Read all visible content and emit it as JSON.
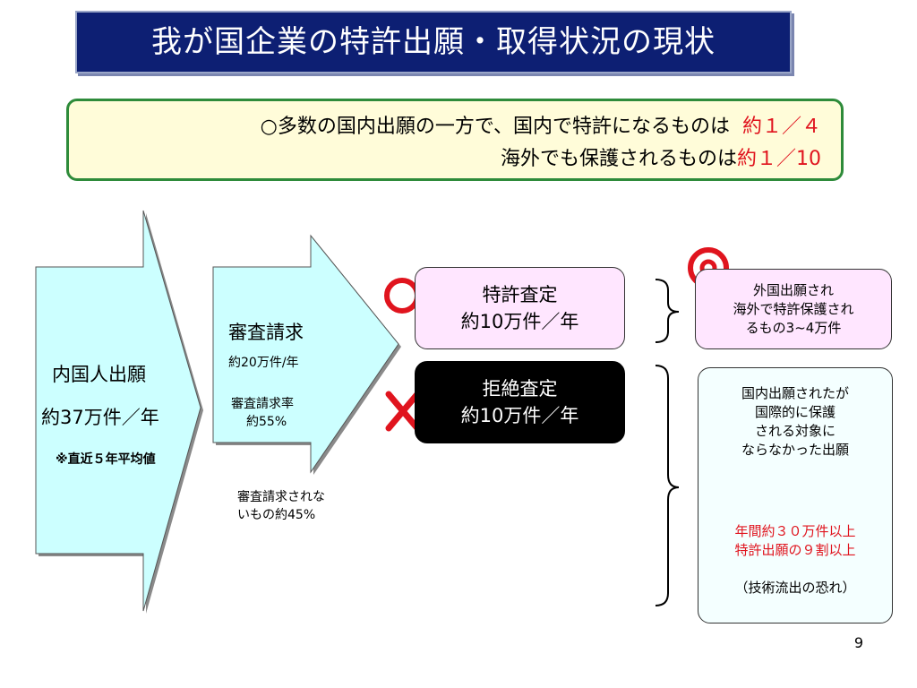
{
  "title": "我が国企業の特許出願・取得状況の現状",
  "summary": {
    "line1_text": "○多数の国内出願の一方で、国内で特許になるものは",
    "line1_highlight": "約１／４",
    "line2_text": "海外でも保護されるものは",
    "line2_highlight": "約１／10"
  },
  "domestic": {
    "label": "内国人出願",
    "count": "約37万件／年",
    "note": "※直近５年平均値"
  },
  "exam_request": {
    "label": "審査請求",
    "count": "約20万件/年",
    "rate_label": "審査請求率",
    "rate_value": "約55%"
  },
  "no_request": {
    "line1": "審査請求されな",
    "line2": "いもの約45%"
  },
  "grant": {
    "mark": "○",
    "line1": "特許査定",
    "line2": "約10万件／年"
  },
  "reject": {
    "mark": "✕",
    "line1": "拒絶査定",
    "line2": "約10万件／年"
  },
  "foreign": {
    "mark": "◎",
    "line1": "外国出願され",
    "line2": "海外で特許保護され",
    "line3": "るもの3~4万件"
  },
  "domestic_only": {
    "line1": "国内出願されたが",
    "line2": "国際的に保護",
    "line3": "される対象に",
    "line4": "ならなかった出願",
    "red1": "年間約３０万件以上",
    "red2": "特許出願の９割以上",
    "note": "（技術流出の恐れ）"
  },
  "page_number": "9",
  "colors": {
    "title_bg": "#0d1f73",
    "summary_bg": "#fffcd9",
    "summary_border": "#2e8b3a",
    "arrow_fill": "#ccffff",
    "grant_box": "#ffe6ff",
    "reject_box": "#000000",
    "accent_red": "#e0141e"
  }
}
